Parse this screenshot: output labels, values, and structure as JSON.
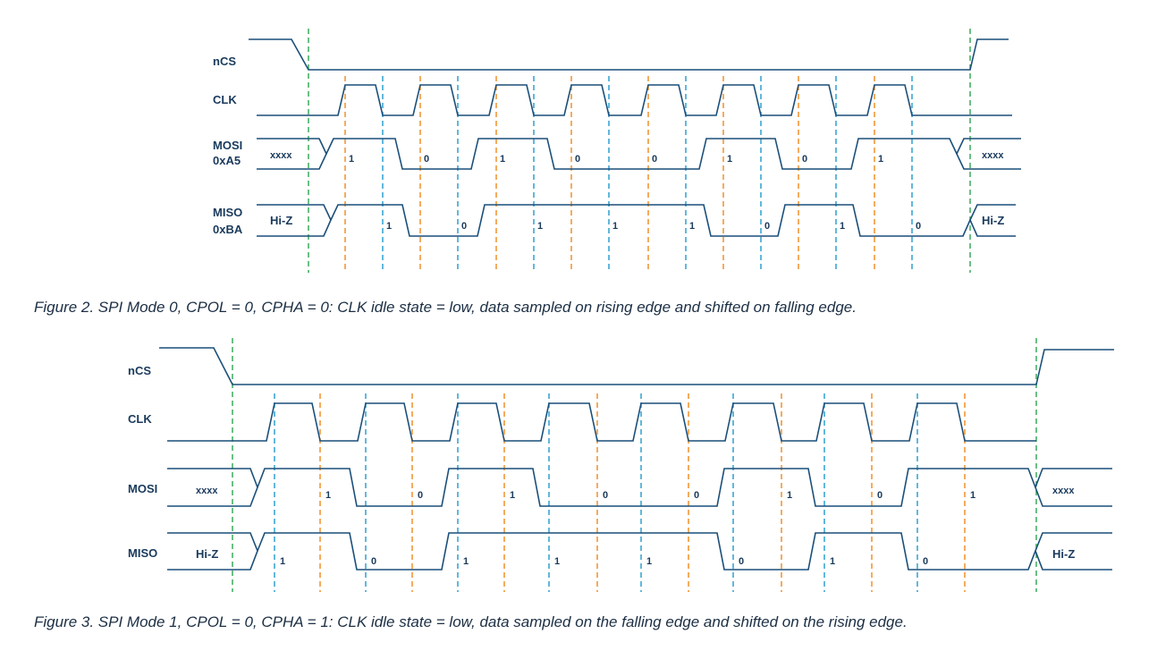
{
  "figure2": {
    "caption": "Figure 2. SPI Mode 0, CPOL = 0, CPHA = 0: CLK idle state = low, data sampled on rising edge and shifted on falling edge.",
    "labels": {
      "ncs": "nCS",
      "clk": "CLK",
      "mosi": "MOSI",
      "mosi_value": "0xA5",
      "miso": "MISO",
      "miso_value": "0xBA"
    },
    "mosi_idle": "xxxx",
    "miso_idle": "Hi-Z",
    "mosi_bits": [
      "1",
      "0",
      "1",
      "0",
      "0",
      "1",
      "0",
      "1"
    ],
    "miso_bits": [
      "1",
      "0",
      "1",
      "1",
      "1",
      "0",
      "1",
      "0"
    ]
  },
  "figure3": {
    "caption": "Figure 3. SPI Mode 1, CPOL = 0, CPHA = 1: CLK idle state = low, data sampled on the falling edge and shifted on the rising edge.",
    "labels": {
      "ncs": "nCS",
      "clk": "CLK",
      "mosi": "MOSI",
      "miso": "MISO"
    },
    "mosi_idle": "xxxx",
    "miso_idle": "Hi-Z",
    "mosi_bits": [
      "1",
      "0",
      "1",
      "0",
      "0",
      "1",
      "0",
      "1"
    ],
    "miso_bits": [
      "1",
      "0",
      "1",
      "1",
      "1",
      "0",
      "1",
      "0"
    ]
  },
  "colors": {
    "signal": "#1a4f7a",
    "label": "#1a3a5c",
    "cs_marker": "#3aaa5c",
    "sample_marker": "#f0902a",
    "shift_marker": "#2ea0d0"
  }
}
